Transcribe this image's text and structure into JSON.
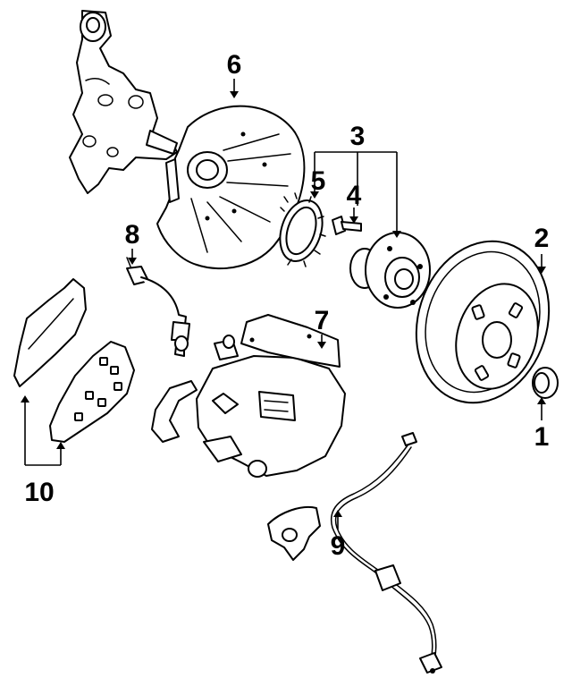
{
  "callouts": {
    "c1": "1",
    "c2": "2",
    "c3": "3",
    "c4": "4",
    "c5": "5",
    "c6": "6",
    "c7": "7",
    "c8": "8",
    "c9": "9",
    "c10": "10"
  },
  "colors": {
    "line": "#000000",
    "background": "#ffffff"
  }
}
